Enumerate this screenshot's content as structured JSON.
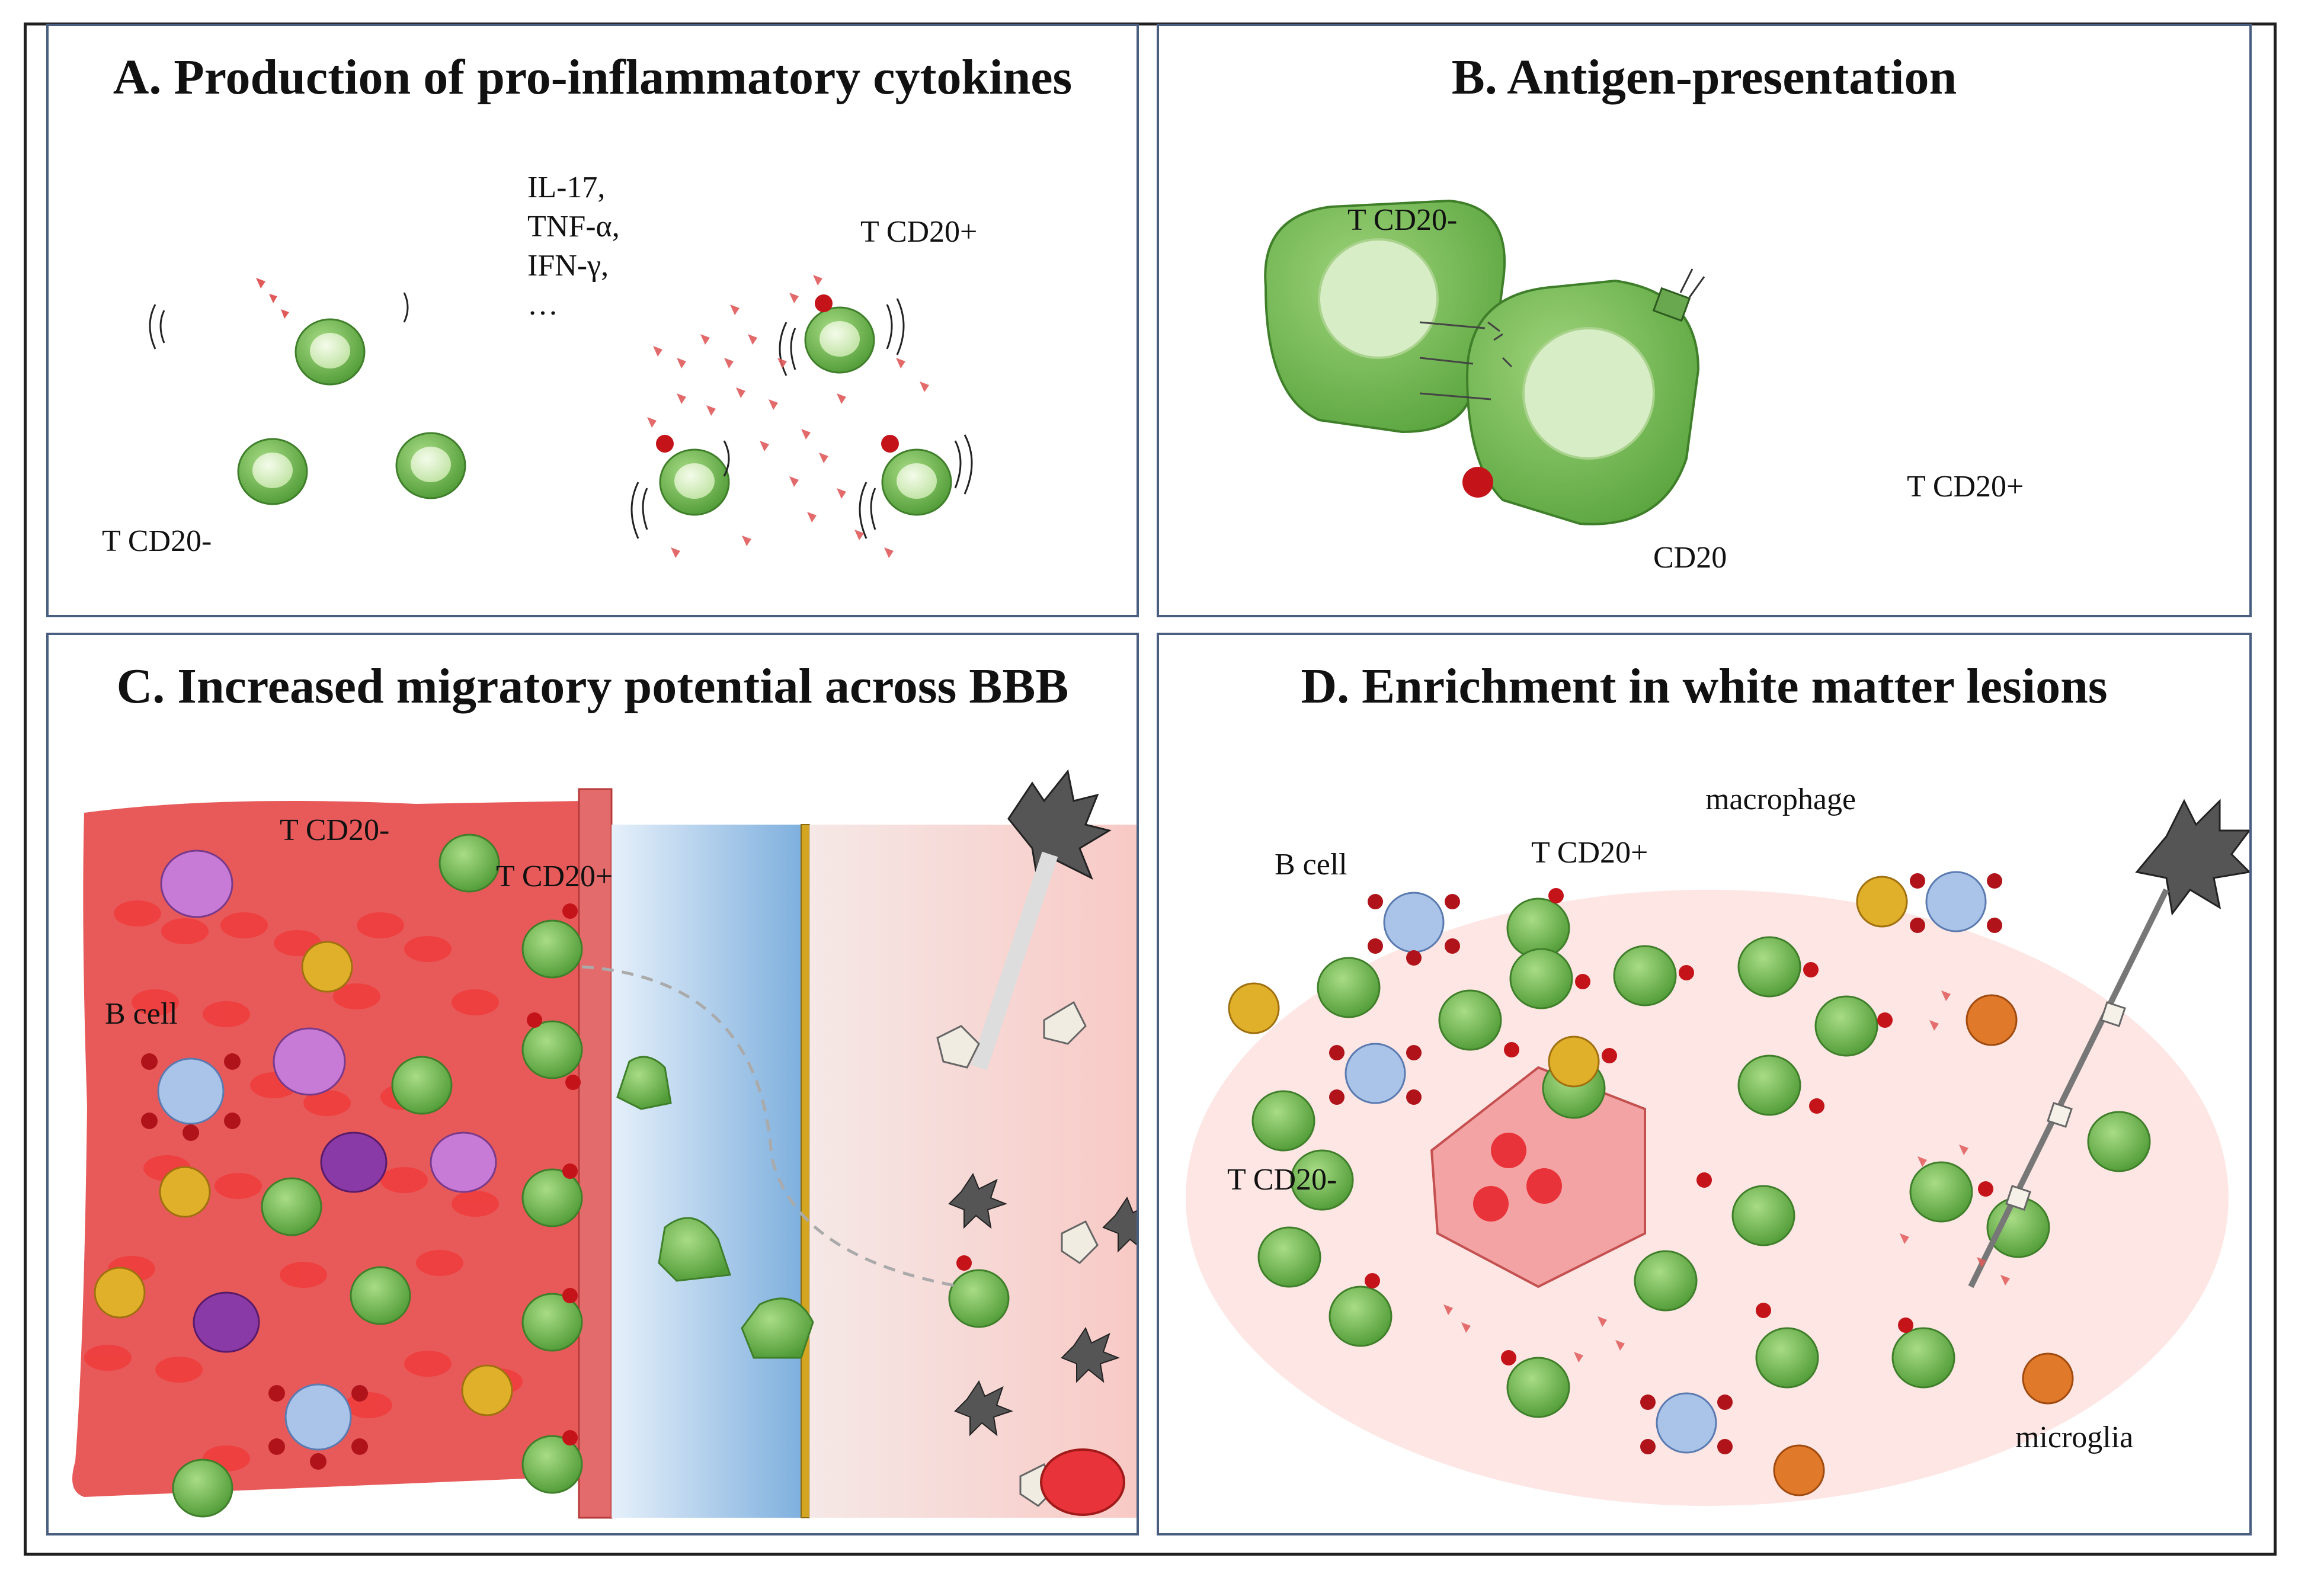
{
  "panels": {
    "a": {
      "title": "A. Production of pro-inflammatory cytokines",
      "label_cd20_neg": "T CD20-",
      "label_cd20_pos": "T CD20+",
      "cytokines": [
        "IL-17,",
        "TNF-α,",
        "IFN-γ,",
        "…"
      ]
    },
    "b": {
      "title": "B. Antigen-presentation",
      "label_cd20_neg": "T CD20-",
      "label_cd20_pos": "T CD20+",
      "label_cd20": "CD20"
    },
    "c": {
      "title": "C. Increased migratory potential across BBB",
      "label_cd20_neg": "T CD20-",
      "label_cd20_pos": "T CD20+",
      "label_bcell": "B cell"
    },
    "d": {
      "title": "D. Enrichment in white matter lesions",
      "label_bcell": "B cell",
      "label_cd20_pos": "T CD20+",
      "label_macrophage": "macrophage",
      "label_cd20_neg": "T CD20-",
      "label_microglia": "microglia"
    }
  },
  "colors": {
    "tcell": "#7cc35a",
    "tcell_dark": "#3f7f2a",
    "nucleus": "#dff2cf",
    "cd20": "#c4141a",
    "vessel": "#e85a5a",
    "rbc": "#e8333a",
    "bcell": "#a9c4e8",
    "macrophage": "#e0b02a",
    "plasma": "#c77ad6",
    "microglia": "#e07a2a",
    "astrocyte": "#c8a020",
    "neuron": "#555555",
    "lesion": "#fde6e4",
    "bbb_blue": "#9cc3e8",
    "panel_border": "#4a5f80"
  }
}
